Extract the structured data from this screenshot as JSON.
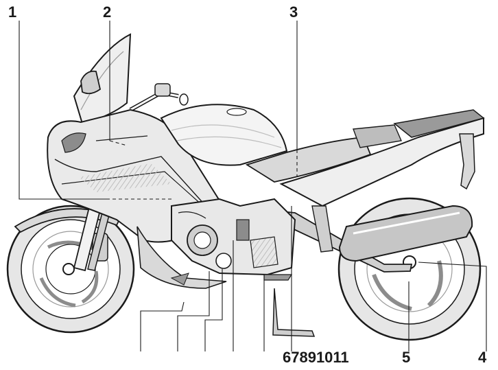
{
  "diagram": {
    "callouts": {
      "one": "1",
      "two": "2",
      "three": "3",
      "four": "4",
      "five": "5",
      "group": "67891011"
    },
    "colors": {
      "line": "#1a1a1a",
      "paper": "#ffffff",
      "shade": "#d9d9d9",
      "dark": "#8c8c8c"
    }
  }
}
